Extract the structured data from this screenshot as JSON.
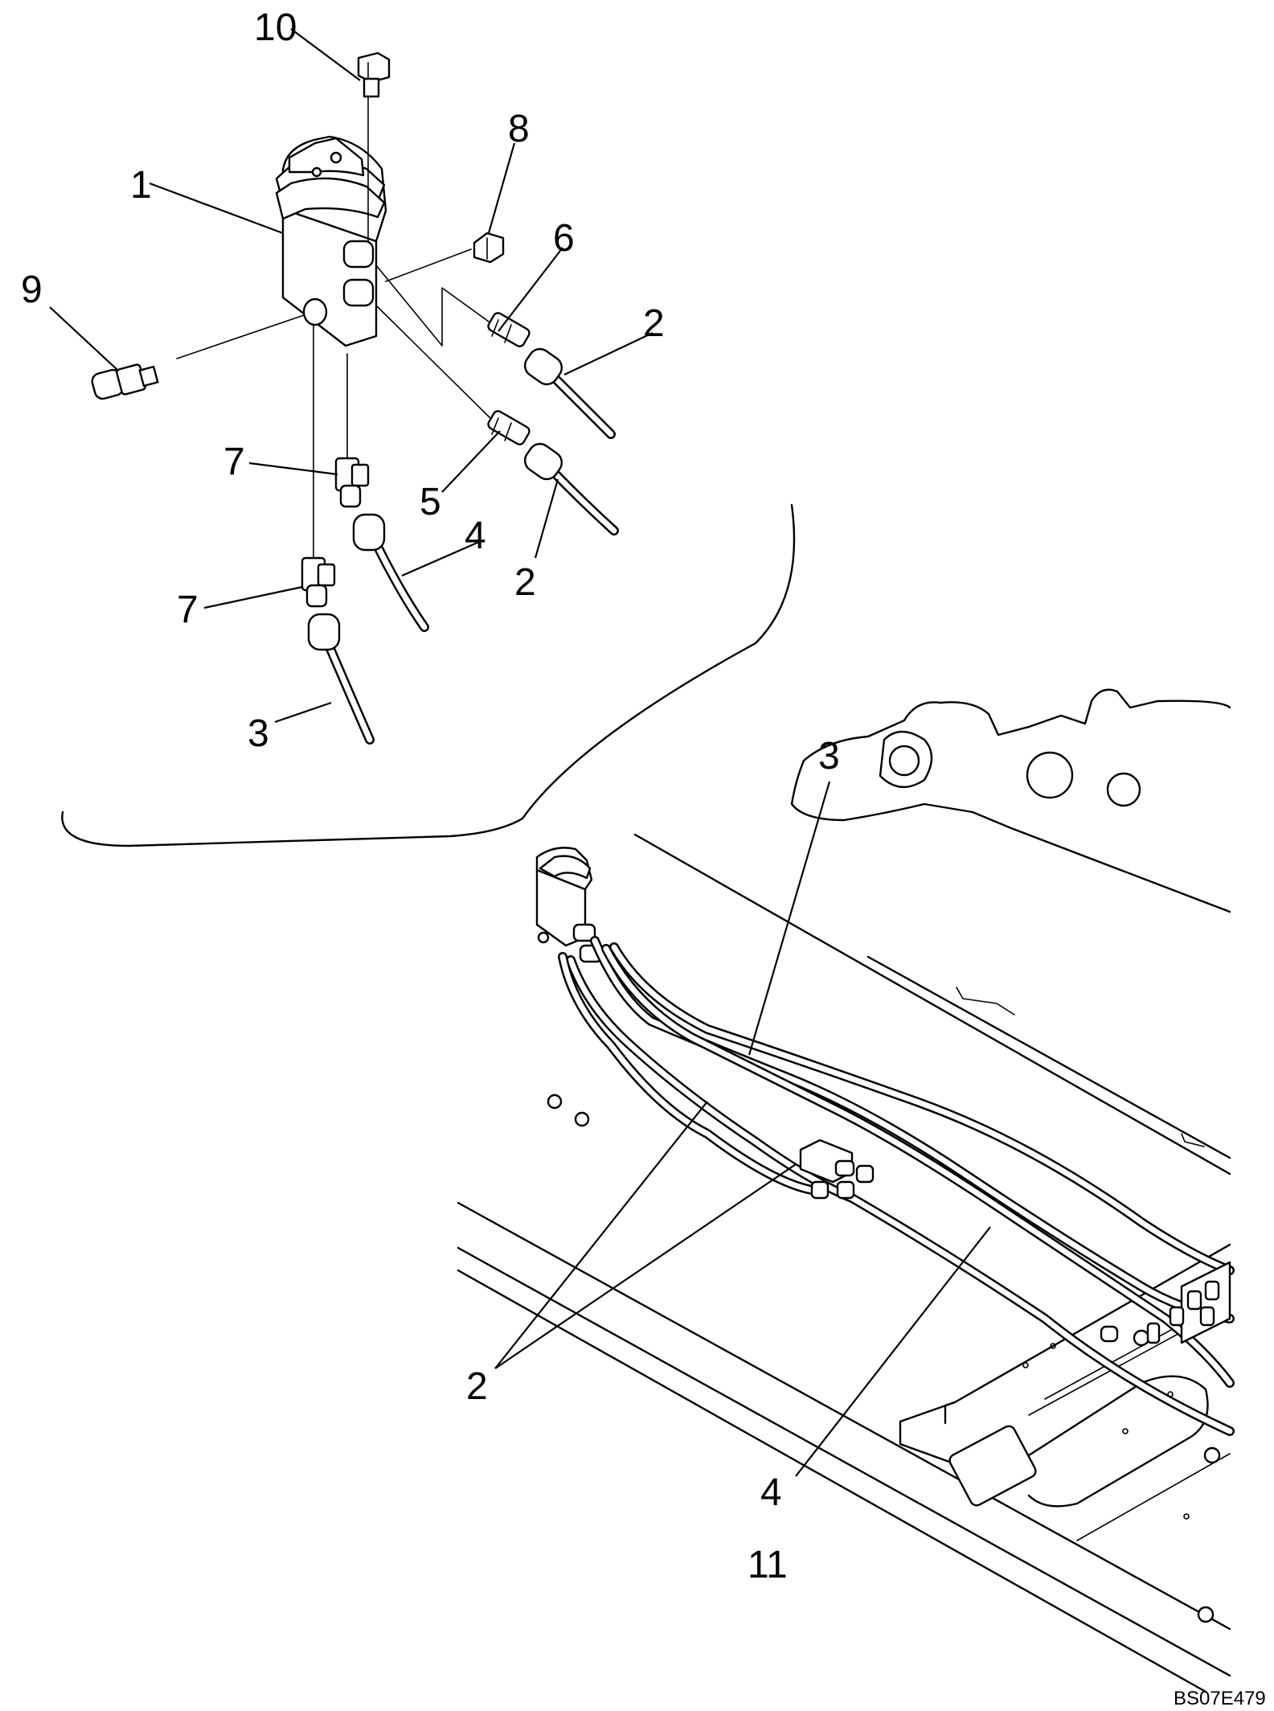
{
  "callouts": {
    "c10": "10",
    "c8": "8",
    "c1": "1",
    "c6": "6",
    "c2_top": "2",
    "c9": "9",
    "c7_upper": "7",
    "c5": "5",
    "c4_upper": "4",
    "c2_mid": "2",
    "c7_lower": "7",
    "c3_upper": "3",
    "c3_lower": "3",
    "c2_lower": "2",
    "c4_lower": "4",
    "c11": "11"
  },
  "figure_id": "BS07E479"
}
